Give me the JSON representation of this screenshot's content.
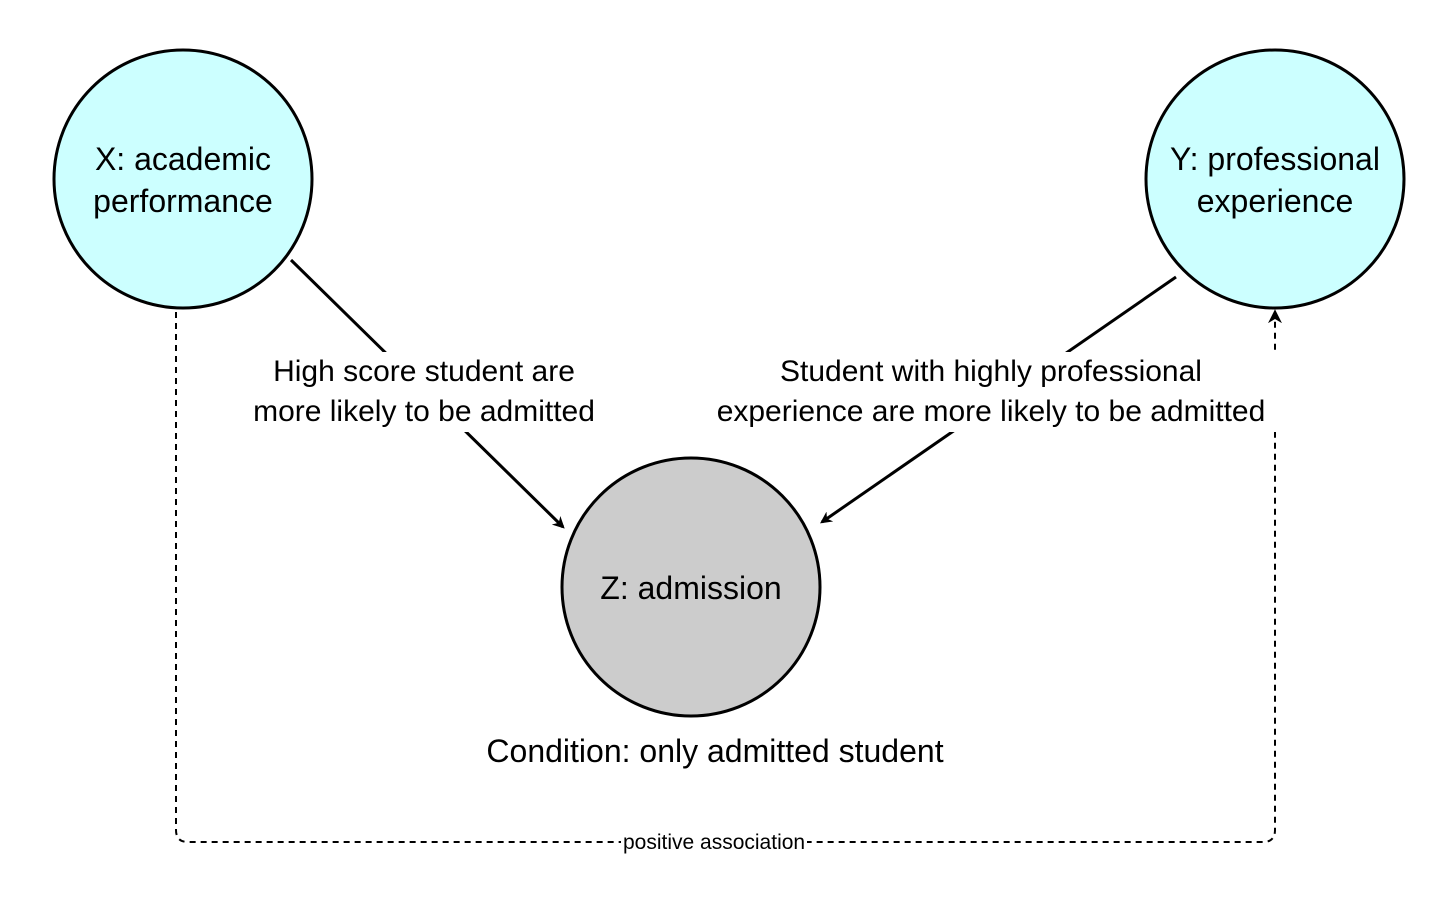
{
  "nodes": {
    "x": {
      "lines": [
        "X: academic",
        "performance"
      ],
      "fill": "#ccffff"
    },
    "y": {
      "lines": [
        "Y: professional",
        "experience"
      ],
      "fill": "#ccffff"
    },
    "z": {
      "lines": [
        "Z: admission"
      ],
      "fill": "#cccccc"
    }
  },
  "edges": {
    "x_to_z": {
      "lines": [
        "High score student are",
        "more likely to be admitted"
      ]
    },
    "y_to_z": {
      "lines": [
        "Student with highly professional",
        "experience are more likely to be admitted"
      ]
    },
    "x_y_association": {
      "label": "positive association",
      "style": "dashed"
    }
  },
  "caption": "Condition: only admitted student",
  "colors": {
    "stroke": "#000000",
    "background": "#ffffff"
  }
}
